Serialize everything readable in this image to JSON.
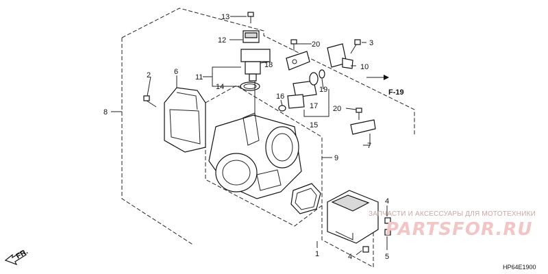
{
  "labels": {
    "p1": "1",
    "p2": "2",
    "p3": "3",
    "p4a": "4",
    "p4b": "4",
    "p5": "5",
    "p6": "6",
    "p7": "7",
    "p8": "8",
    "p9": "9",
    "p10": "10",
    "p11": "11",
    "p12": "12",
    "p13": "13",
    "p14": "14",
    "p15": "15",
    "p16": "16",
    "p17": "17",
    "p18": "18",
    "p19": "19",
    "p20a": "20",
    "p20b": "20"
  },
  "refs": {
    "f19": "F-19",
    "fr": "FR."
  },
  "diagram_code": "HP64E1900",
  "watermark": {
    "caption": "ЗАПЧАСТИ И АКСЕССУАРЫ ДЛЯ МОТОТЕХНИКИ",
    "brand": "PARTSFOR.RU"
  },
  "colors": {
    "line": "#222222",
    "watermark": "#f2c6c6"
  }
}
